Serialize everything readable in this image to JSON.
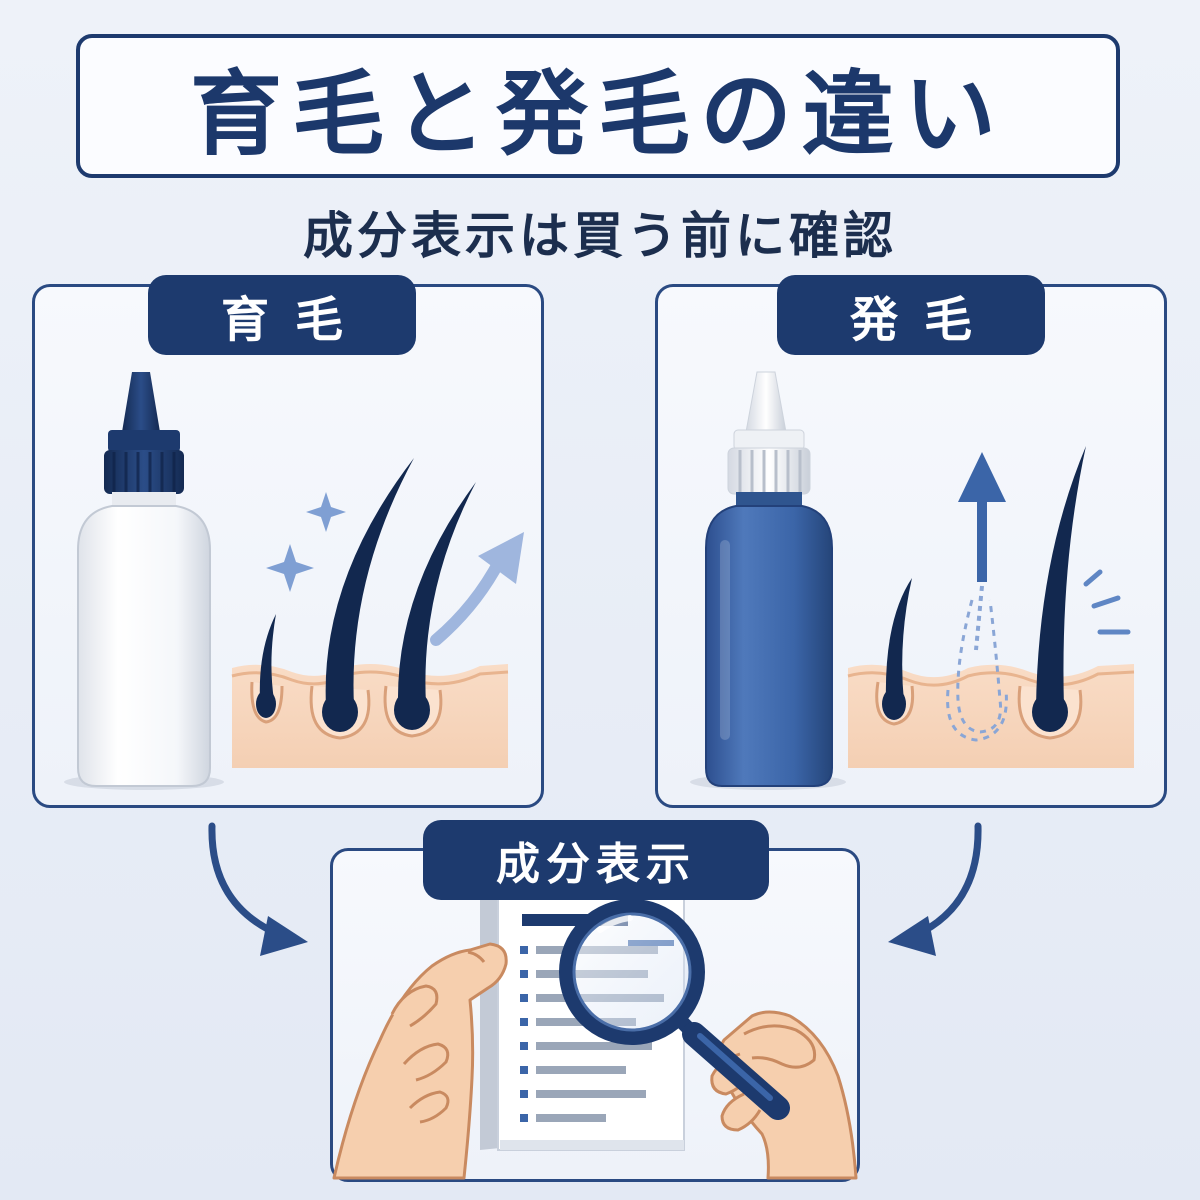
{
  "title": "育毛と発毛の違い",
  "subtitle": "成分表示は買う前に確認",
  "panels": {
    "left": {
      "label": "育毛"
    },
    "right": {
      "label": "発毛"
    },
    "bottom": {
      "label": "成分表示"
    }
  },
  "icons": {
    "left": [
      "white-bottle-icon",
      "sparkle-icon",
      "hair-follicle-icon",
      "upward-curve-arrow-icon"
    ],
    "right": [
      "blue-bottle-icon",
      "up-arrow-icon",
      "dashed-new-hair-icon",
      "hair-follicle-icon",
      "burst-lines-icon"
    ],
    "bottom": [
      "hand-icon",
      "ingredient-label-paper-icon",
      "magnifying-glass-icon"
    ],
    "connectors": [
      "curved-arrow-left-icon",
      "curved-arrow-right-icon"
    ]
  },
  "colors": {
    "navy": "#1d3a6e",
    "accent_blue": "#3b65a8",
    "skin": "#f7d7bf",
    "sparkle": "#7f9fd3",
    "background": "#e8edf6"
  }
}
